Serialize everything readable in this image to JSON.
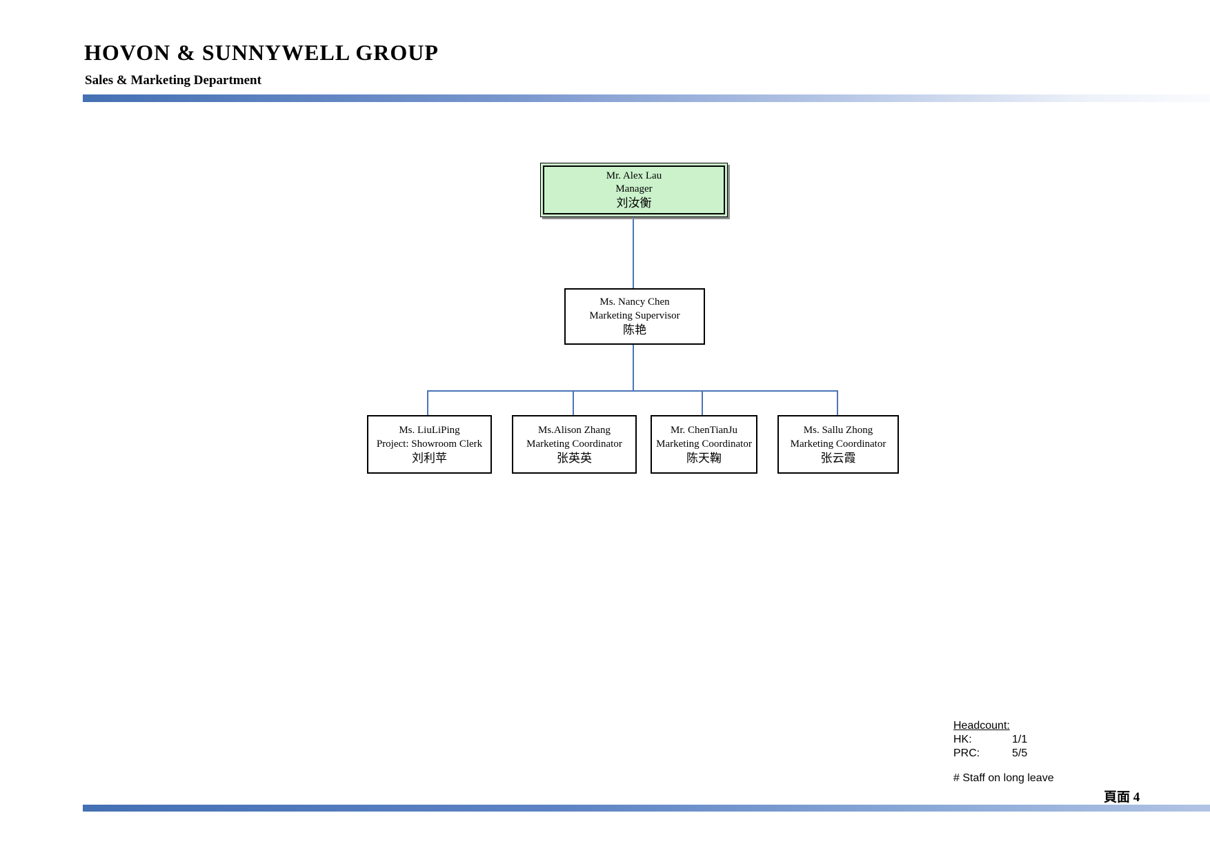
{
  "header": {
    "company": "HOVON & SUNNYWELL GROUP",
    "department": "Sales & Marketing Department"
  },
  "org_chart": {
    "manager": {
      "name": "Mr. Alex Lau",
      "title": "Manager",
      "cn_name": "刘汝衡"
    },
    "supervisor": {
      "name": "Ms. Nancy Chen",
      "title": "Marketing Supervisor",
      "cn_name": "陈艳"
    },
    "staff": [
      {
        "name": "Ms. LiuLiPing",
        "title": "Project: Showroom Clerk",
        "cn_name": "刘利苹"
      },
      {
        "name": "Ms.Alison Zhang",
        "title": "Marketing Coordinator",
        "cn_name": "张英英"
      },
      {
        "name": "Mr. ChenTianJu",
        "title": "Marketing Coordinator",
        "cn_name": "陈天鞠"
      },
      {
        "name": "Ms. Sallu Zhong",
        "title": "Marketing Coordinator",
        "cn_name": "张云霞"
      }
    ]
  },
  "footer": {
    "headcount_label": "Headcount:",
    "rows": [
      {
        "label": "HK:",
        "value": "1/1"
      },
      {
        "label": "PRC:",
        "value": "5/5"
      }
    ],
    "note": "# Staff on long leave",
    "page_label": "頁面 4"
  },
  "colors": {
    "manager_box_fill": "#ccffcc",
    "connector_blue": "#4a74b8",
    "rule_gradient_start": "#4470b4"
  }
}
